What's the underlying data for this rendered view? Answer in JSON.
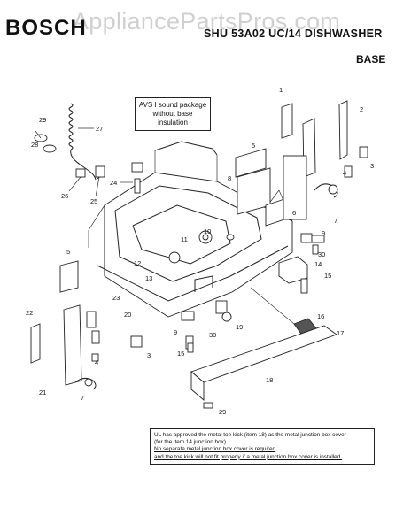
{
  "header": {
    "brand": "BOSCH",
    "model": "SHU 53A02 UC/14 DISHWASHER",
    "section": "BASE",
    "watermark": "AppliancePartsPros.com"
  },
  "notes": {
    "avs_line1": "AVS I sound package",
    "avs_line2": "without base insulation",
    "ul_line1": "UL has approved the metal toe kick (item 18) as the metal junction box cover",
    "ul_line2": "(for the item 14 junction box).",
    "ul_line3": "No separate metal junction box cover is required",
    "ul_line4": "and the toe kick will not fit properly if a metal junction box cover is installed."
  },
  "callouts": [
    "1",
    "2",
    "3",
    "4",
    "5",
    "6",
    "7",
    "8",
    "9",
    "10",
    "11",
    "12",
    "13",
    "14",
    "15",
    "16",
    "17",
    "18",
    "19",
    "20",
    "21",
    "22",
    "23",
    "24",
    "25",
    "26",
    "27",
    "28",
    "29",
    "30",
    "5",
    "9",
    "30",
    "4",
    "3",
    "7",
    "15",
    "29"
  ]
}
